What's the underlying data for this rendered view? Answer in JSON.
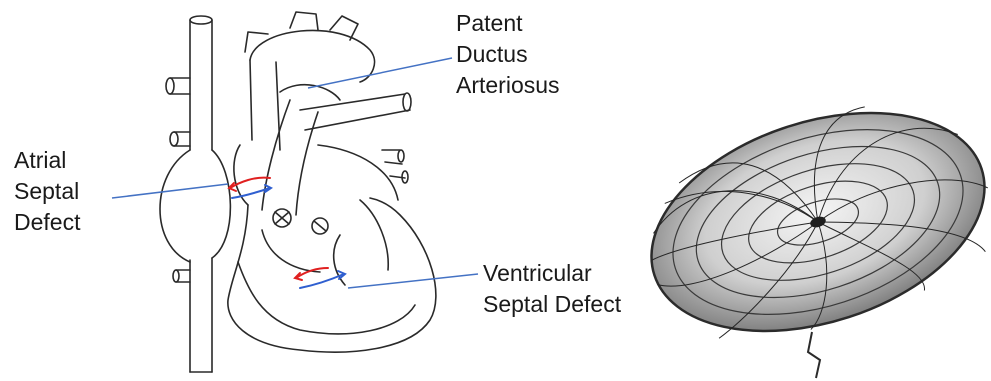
{
  "labels": {
    "pda": [
      "Patent",
      "Ductus",
      "Arteriosus"
    ],
    "asd": [
      "Atrial",
      "Septal",
      "Defect"
    ],
    "vsd": [
      "Ventricular",
      "Septal Defect"
    ]
  },
  "colors": {
    "pointer_line": "#4472c4",
    "flow_red": "#e02020",
    "flow_blue": "#2f5fd0",
    "outline": "#2a2a2a",
    "device_mesh": "#2b2b2b"
  },
  "icons": {
    "heart": "heart-anatomy-illustration",
    "device": "septal-occluder-device-photo"
  }
}
